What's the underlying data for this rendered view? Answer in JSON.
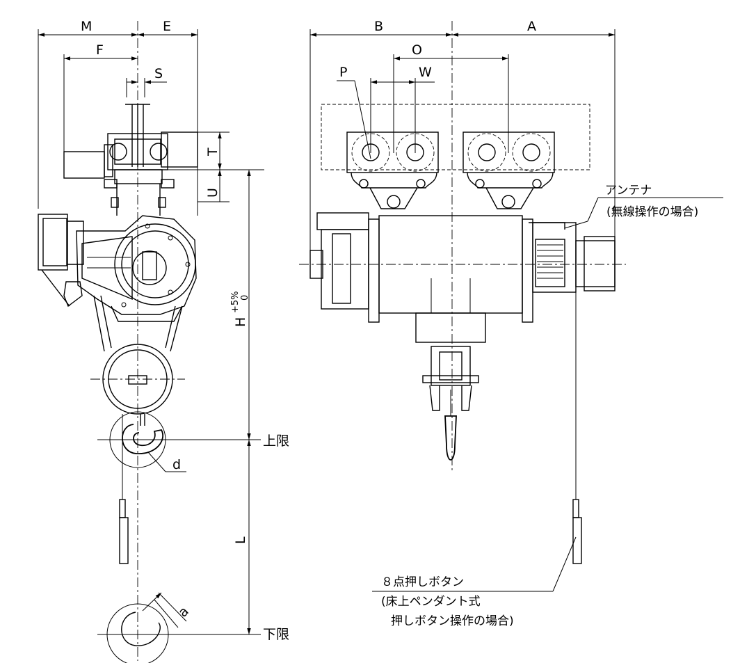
{
  "dimensions": {
    "M": "M",
    "E": "E",
    "F": "F",
    "S": "S",
    "T": "T",
    "U": "U",
    "H": "H",
    "H_tol_plus": "+5%",
    "H_tol_zero": "0",
    "d": "d",
    "a": "a",
    "L": "L",
    "B": "B",
    "A": "A",
    "O": "O",
    "P": "P",
    "W": "W"
  },
  "limits": {
    "upper": "上限",
    "lower": "下限"
  },
  "callouts": {
    "antenna_title": "アンテナ",
    "antenna_note": "(無線操作の場合)",
    "pendant_title": "８点押しボタン",
    "pendant_note_1": "(床上ペンダント式",
    "pendant_note_2": "押しボタン操作の場合)"
  }
}
